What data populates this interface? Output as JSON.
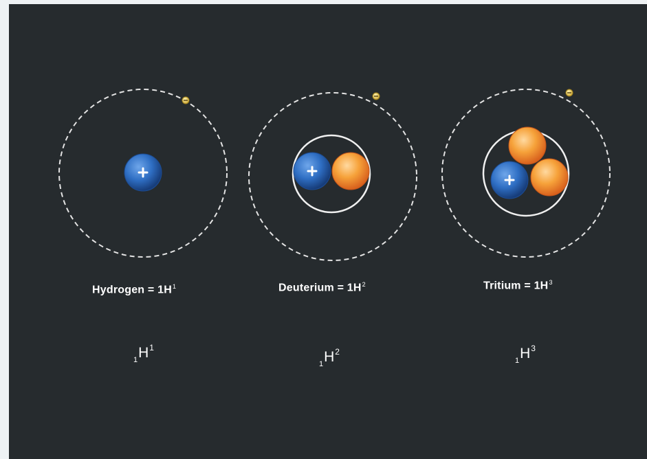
{
  "colors": {
    "background": "#262b2e",
    "orbit": "#e4e4e4",
    "proton": "#2f6fc4",
    "neutron": "#f5902a",
    "electron": "#e1c34a",
    "text": "#ffffff"
  },
  "icons": {
    "proton": "plus-sign",
    "electron": "minus-sign"
  },
  "isotopes": [
    {
      "caption_name": "Hydrogen = 1H",
      "caption_mass": "1",
      "atomic_number": "1",
      "symbol": "H",
      "mass_number": "1",
      "protons": 1,
      "neutrons": 0
    },
    {
      "caption_name": "Deuterium = 1H",
      "caption_mass": "2",
      "atomic_number": "1",
      "symbol": "H",
      "mass_number": "2",
      "protons": 1,
      "neutrons": 1
    },
    {
      "caption_name": "Tritium = 1H",
      "caption_mass": "3",
      "atomic_number": "1",
      "symbol": "H",
      "mass_number": "3",
      "protons": 1,
      "neutrons": 2
    }
  ]
}
